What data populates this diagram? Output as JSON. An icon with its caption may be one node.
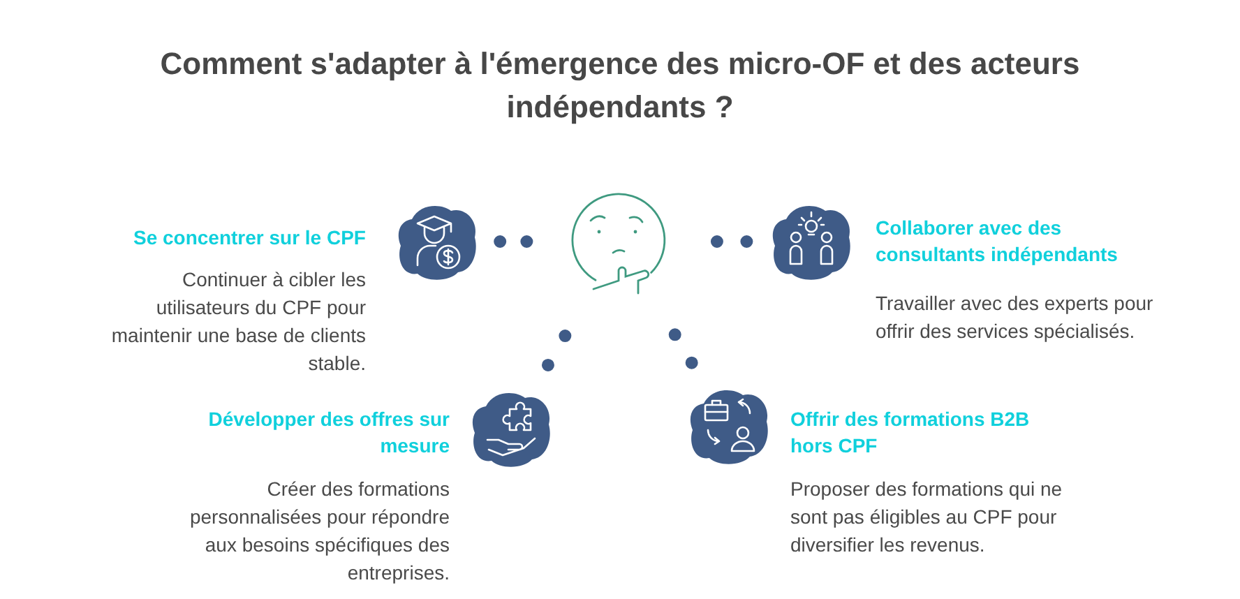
{
  "diagram": {
    "title": "Comment s'adapter à l'émergence des micro-OF et des acteurs indépendants ?",
    "nodes": [
      {
        "text": [],
        "shape": "picture"
      },
      {
        "text": [
          "Se concentrer sur le CPF",
          "Continuer à cibler les utilisateurs du CPF pour maintenir une base de clients stable."
        ]
      },
      {
        "text": [
          "Collaborer avec des consultants indépendants",
          "Travailler avec des experts pour offrir des services spécialisés."
        ]
      },
      {
        "text": [
          "Développer des offres sur mesure",
          "Créer des formations personnalisées pour répondre aux besoins spécifiques des entreprises."
        ]
      },
      {
        "text": [
          "Offrir des formations B2B hors CPF",
          "Proposer des formations qui ne sont pas éligibles au CPF pour diversifier les revenus."
        ]
      }
    ],
    "edges": [
      {
        "from": 0,
        "to": 1,
        "arrow": "none",
        "style": "dashed"
      },
      {
        "from": 0,
        "to": 2,
        "arrow": "none",
        "style": "dashed"
      },
      {
        "from": 0,
        "to": 3,
        "arrow": "none",
        "style": "dashed"
      },
      {
        "from": 0,
        "to": 4,
        "arrow": "none",
        "style": "dashed"
      }
    ]
  }
}
